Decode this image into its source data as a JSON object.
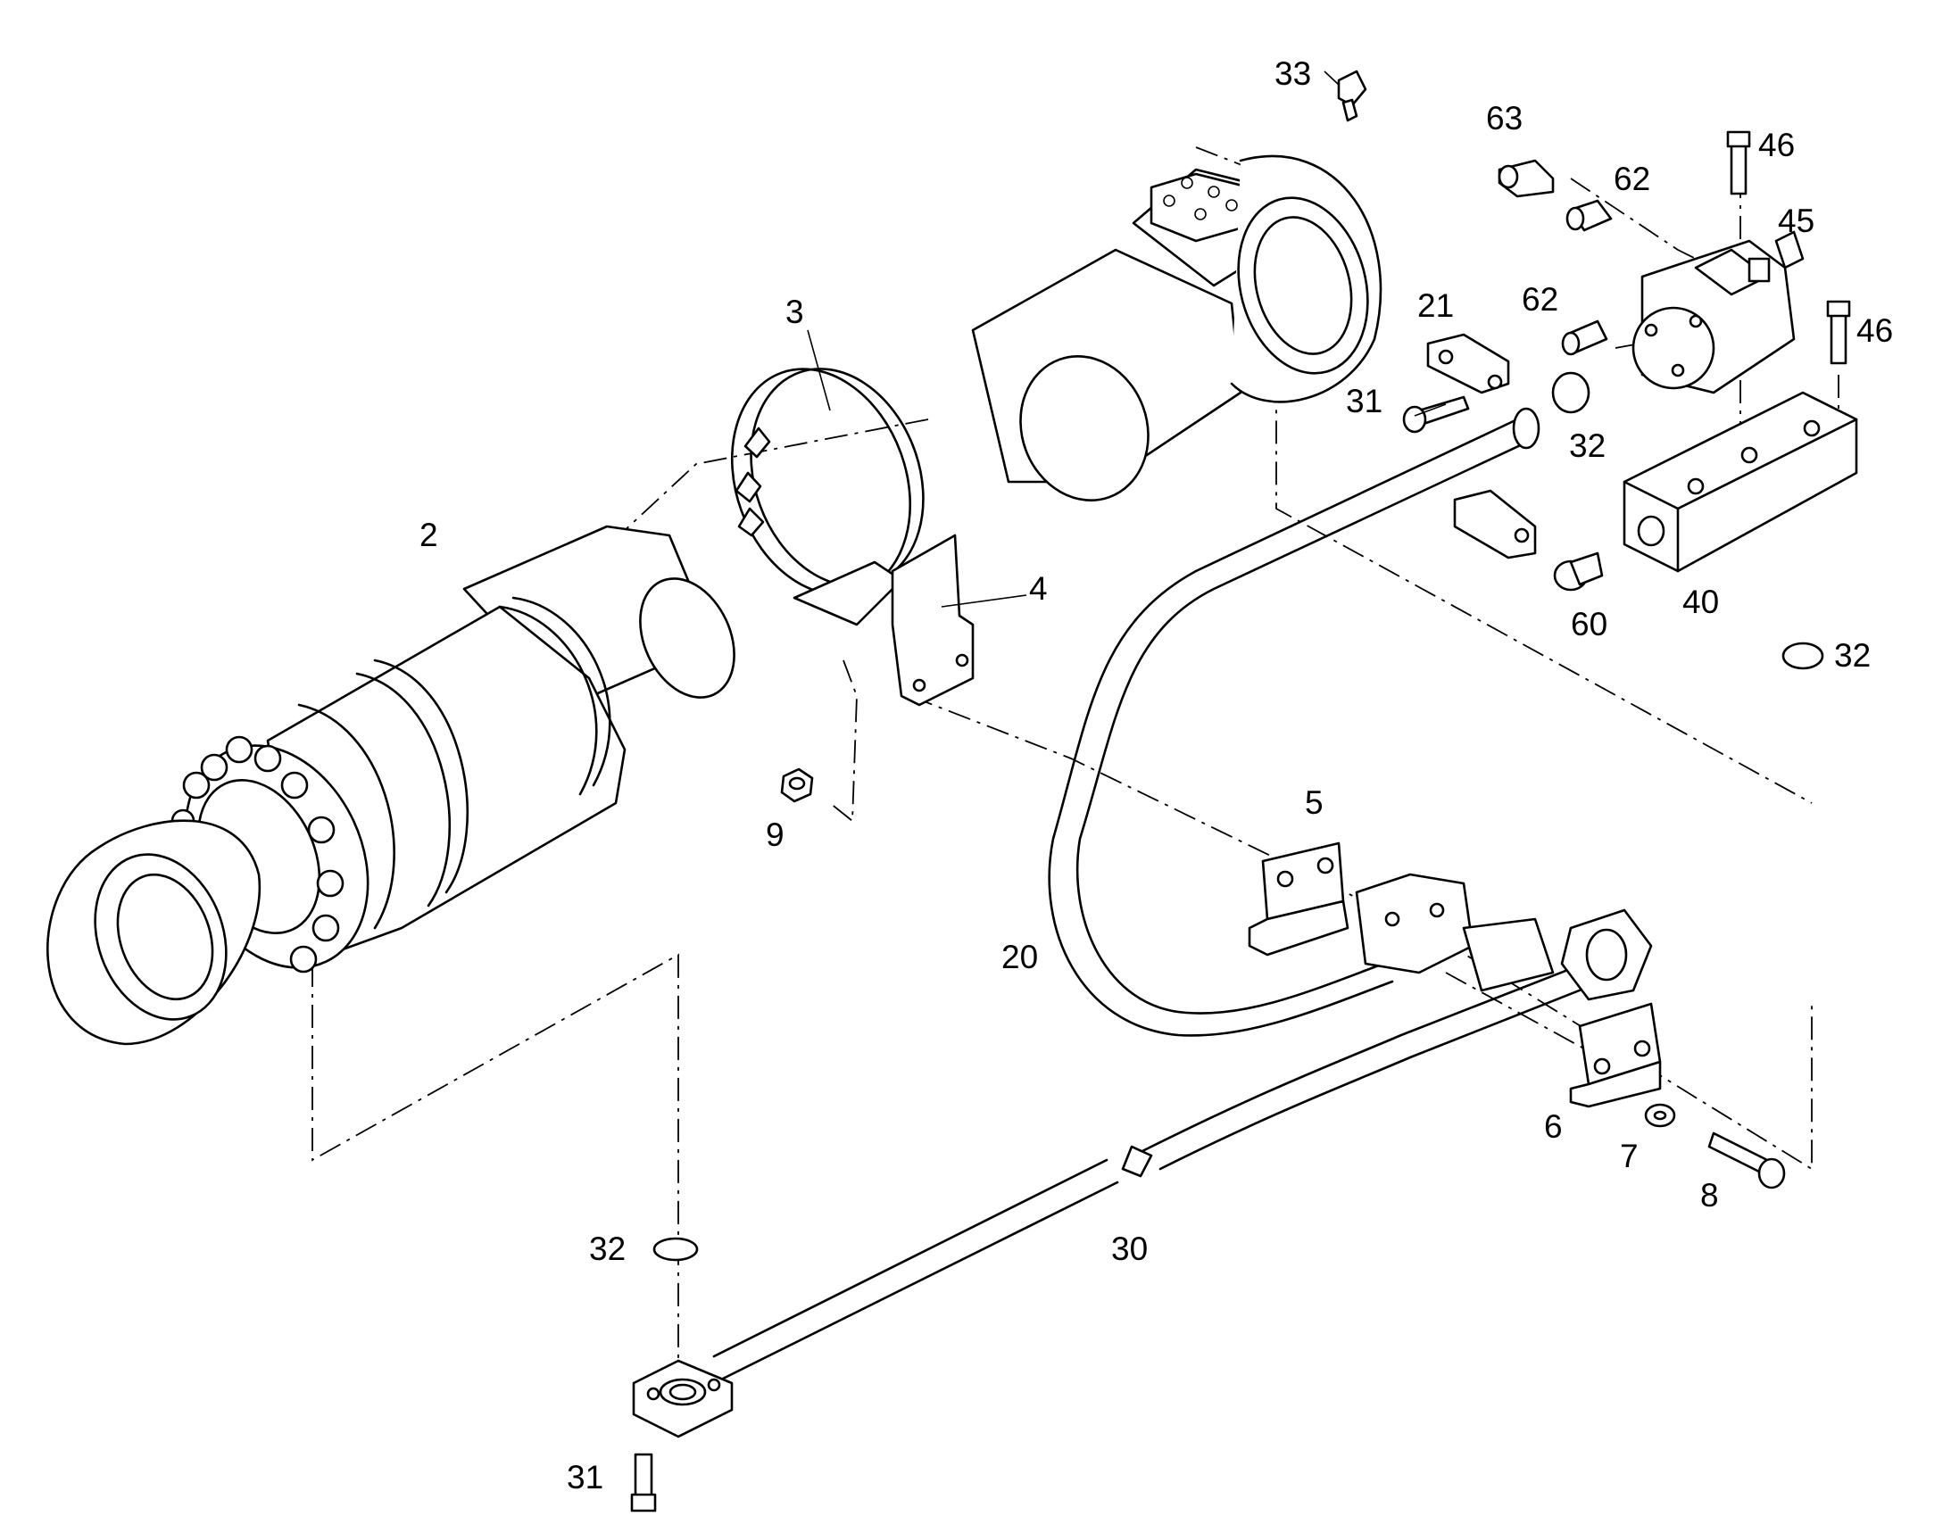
{
  "diagram": {
    "callouts": [
      "2",
      "3",
      "4",
      "9",
      "5",
      "20",
      "33",
      "63",
      "62",
      "46",
      "45",
      "21",
      "62",
      "46",
      "31",
      "32",
      "40",
      "60",
      "32",
      "6",
      "7",
      "8",
      "30",
      "32",
      "31"
    ]
  },
  "colors": {
    "line": "#000000",
    "background": "#ffffff"
  }
}
